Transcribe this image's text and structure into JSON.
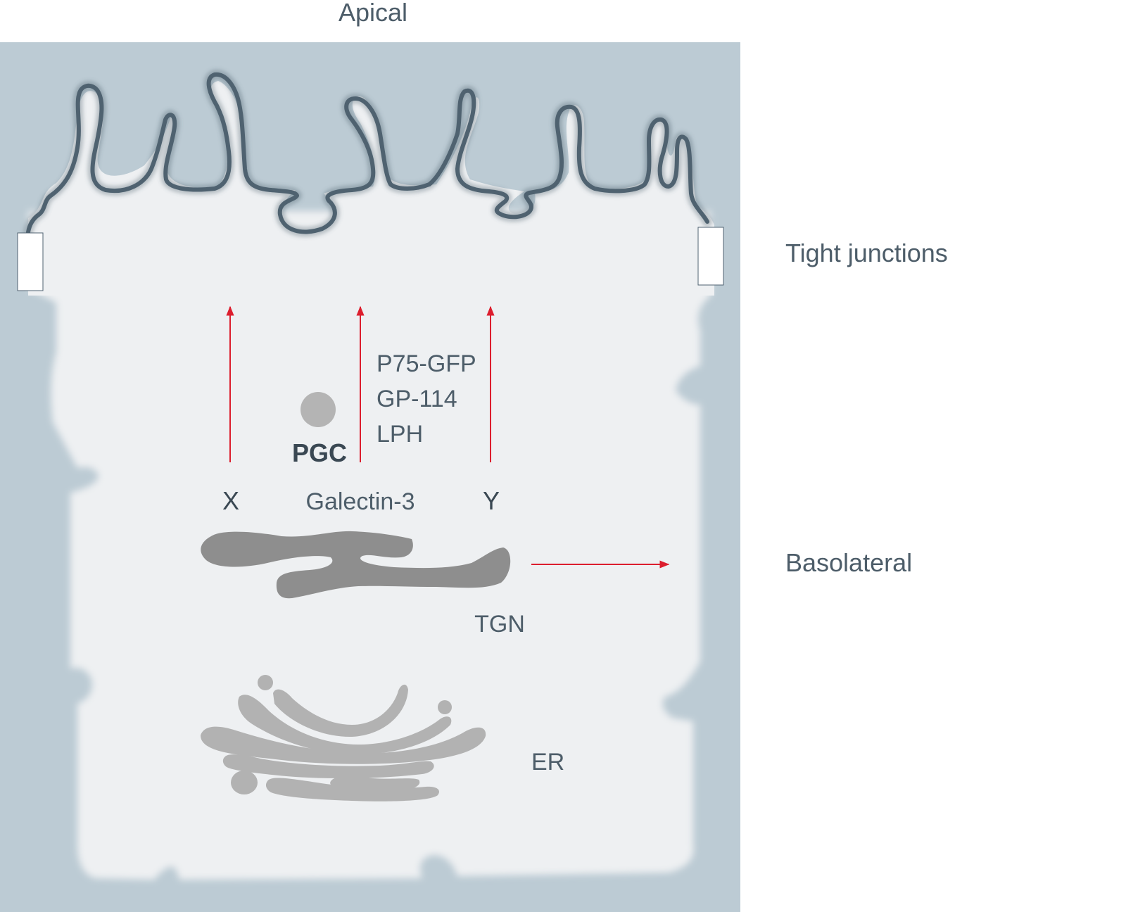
{
  "labels": {
    "apical": "Apical",
    "tight_junctions": "Tight junctions",
    "basolateral": "Basolateral",
    "pgc": "PGC",
    "p75_gfp": "P75-GFP",
    "gp_114": "GP-114",
    "lph": "LPH",
    "x": "X",
    "galectin_3": "Galectin-3",
    "y": "Y",
    "tgn": "TGN",
    "er": "ER"
  },
  "colors": {
    "outer_background": "#bccbd4",
    "cell_interior": "#eef0f2",
    "membrane": "#4f6270",
    "tgn": "#8e8e8e",
    "er": "#b2b2b2",
    "pgc": "#b4b4b4",
    "arrow": "#dc1e2e"
  }
}
